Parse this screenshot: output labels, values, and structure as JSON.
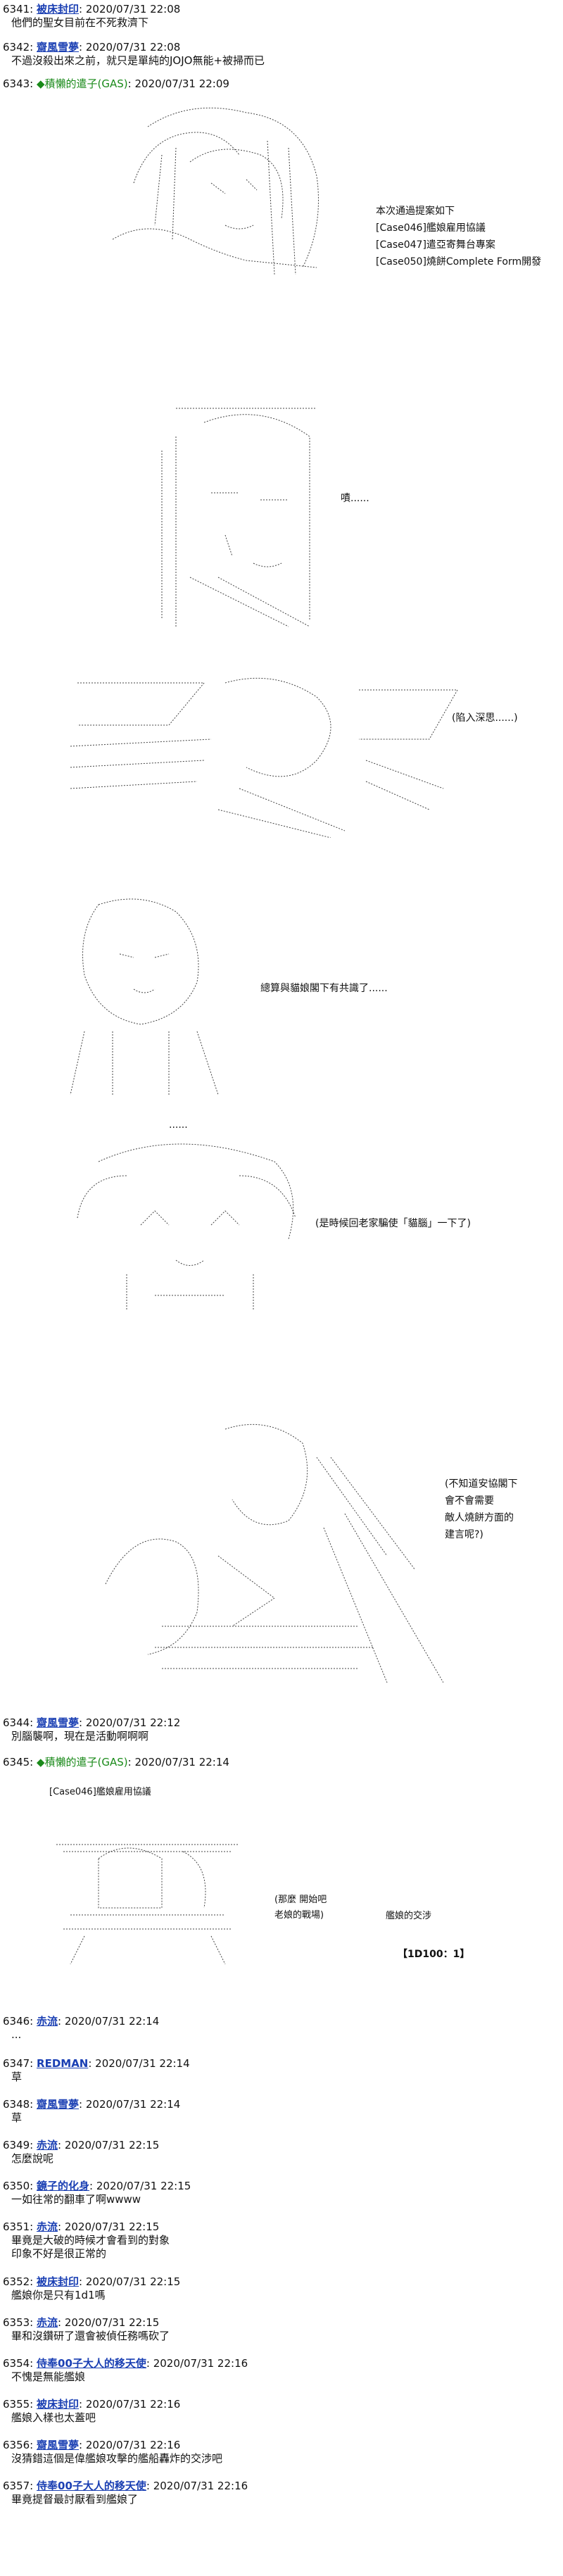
{
  "posts": {
    "p6341": {
      "num": "6341:",
      "name": "被床封印",
      "date": ": 2020/07/31 22:08",
      "lines": [
        "他們的聖女目前在不死救濟下"
      ]
    },
    "p6342": {
      "num": "6342:",
      "name": "齋風雪夢",
      "date": ": 2020/07/31 22:08",
      "lines": [
        "不過沒殺出來之前，就只是單純的JOJO無能+被掃而已"
      ]
    },
    "p6343": {
      "num": "6343:",
      "name": "◆積懶的遣子(GAS)",
      "date": ": 2020/07/31 22:09"
    },
    "p6344": {
      "num": "6344:",
      "name": "齋風雪夢",
      "date": ": 2020/07/31 22:12",
      "lines": [
        "別腦襲啊，現在是活動啊啊啊"
      ]
    },
    "p6345": {
      "num": "6345:",
      "name": "◆積懶的遣子(GAS)",
      "date": ": 2020/07/31 22:14"
    },
    "p6346": {
      "num": "6346:",
      "name": "赤流",
      "date": ": 2020/07/31 22:14",
      "lines": [
        "..."
      ]
    },
    "p6347": {
      "num": "6347:",
      "name": "REDMAN",
      "date": ": 2020/07/31 22:14",
      "lines": [
        "草"
      ]
    },
    "p6348": {
      "num": "6348:",
      "name": "齋風雪夢",
      "date": ": 2020/07/31 22:14",
      "lines": [
        "草"
      ]
    },
    "p6349": {
      "num": "6349:",
      "name": "赤流",
      "date": ": 2020/07/31 22:15",
      "lines": [
        "怎麼說呢"
      ]
    },
    "p6350": {
      "num": "6350:",
      "name": "鏡子的化身",
      "date": ": 2020/07/31 22:15",
      "lines": [
        "一如往常的翻車了啊wwww"
      ]
    },
    "p6351": {
      "num": "6351:",
      "name": "赤流",
      "date": ": 2020/07/31 22:15",
      "lines": [
        "畢竟是大破的時候才會看到的對象",
        "印象不好是很正常的"
      ]
    },
    "p6352": {
      "num": "6352:",
      "name": "被床封印",
      "date": ": 2020/07/31 22:15",
      "lines": [
        "艦娘你是只有1d1嗎"
      ]
    },
    "p6353": {
      "num": "6353:",
      "name": "赤流",
      "date": ": 2020/07/31 22:15",
      "lines": [
        "畢和沒鑽研了還會被偵任務嗎砍了"
      ]
    },
    "p6354": {
      "num": "6354:",
      "name": "侍奉00子大人的移天使",
      "date": ": 2020/07/31 22:16",
      "lines": [
        "不愧是無能艦娘"
      ]
    },
    "p6355": {
      "num": "6355:",
      "name": "被床封印",
      "date": ": 2020/07/31 22:16",
      "lines": [
        "艦娘入樣也太蓋吧"
      ]
    },
    "p6356": {
      "num": "6356:",
      "name": "齋風雪夢",
      "date": ": 2020/07/31 22:16",
      "lines": [
        "沒猜錯這個是偉艦娘攻擊的艦船轟炸的交涉吧"
      ]
    },
    "p6357": {
      "num": "6357:",
      "name": "侍奉00子大人的移天使",
      "date": ": 2020/07/31 22:16",
      "lines": [
        "畢竟提督最討厭看到艦娘了"
      ]
    }
  },
  "panel1": {
    "lines": [
      "本次通過提案如下",
      "[Case046]艦娘雇用協議",
      "[Case047]遣亞寄舞台專案",
      "[Case050]燒餅Complete Form開發"
    ]
  },
  "panel2": {
    "text": "嘖......"
  },
  "panel3": {
    "text": "(陷入深思......)"
  },
  "panel4": {
    "text": "總算與貓娘閣下有共識了......"
  },
  "panel5": {
    "dots": "......",
    "text": "(是時候回老家騙使「貓腦」一下了)"
  },
  "panel6": {
    "lines": [
      "(不知道安協閣下",
      "會不會需要",
      "敵人燒餅方面的",
      "建言呢?)"
    ]
  },
  "post6345_art": {
    "header": "[Case046]艦娘雇用協議",
    "quote": [
      "(那麼 開始吧",
      "老娘的戰場)"
    ],
    "side": "艦娘的交涉",
    "dice": "【1D100：1】"
  }
}
